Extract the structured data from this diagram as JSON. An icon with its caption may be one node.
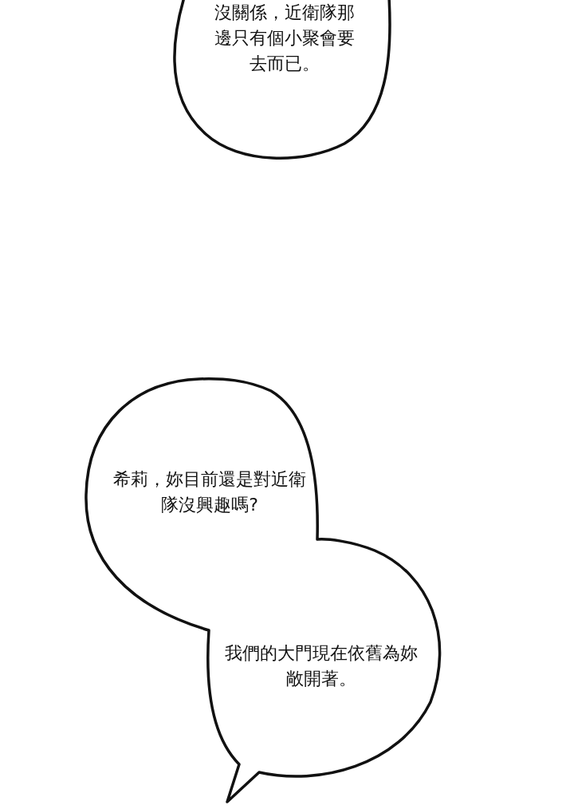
{
  "diagram": {
    "nodes": [
      {
        "text": [
          "沒關係，近衛隊那邊只有個小聚會要去而已。"
        ]
      },
      {
        "text": [
          "希莉，妳目前還是對近衛隊沒興趣嗎?",
          "我們的大門現在依舊為妳敞開著。"
        ]
      }
    ]
  }
}
